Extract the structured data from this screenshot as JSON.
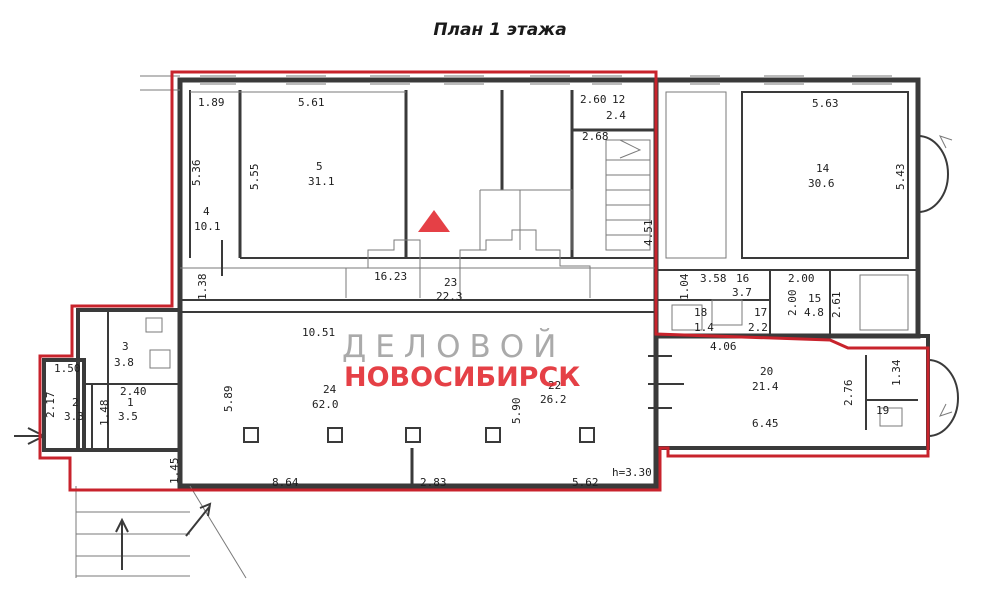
{
  "title": "План 1 этажа",
  "rooms": [
    {
      "num": "4",
      "area": "10.1"
    },
    {
      "num": "5",
      "area": "31.1"
    },
    {
      "num": "12",
      "area": "2.4"
    },
    {
      "num": "14",
      "area": "30.6"
    },
    {
      "num": "23",
      "area": "22.3"
    },
    {
      "num": "16",
      "area": "3.7"
    },
    {
      "num": "15",
      "area": "4.8"
    },
    {
      "num": "18",
      "area": "1.4"
    },
    {
      "num": "17",
      "area": "2.2"
    },
    {
      "num": "3",
      "area": "3.8"
    },
    {
      "num": "2",
      "area": "3.3"
    },
    {
      "num": "1",
      "area": "3.5"
    },
    {
      "num": "24",
      "area": "62.0"
    },
    {
      "num": "22",
      "area": "26.2"
    },
    {
      "num": "20",
      "area": "21.4"
    },
    {
      "num": "19",
      "area": ""
    }
  ],
  "dims": [
    "1.89",
    "5.61",
    "2.60",
    "2.68",
    "5.63",
    "5.36",
    "5.55",
    "5.43",
    "4.51",
    "16.23",
    "1.38",
    "1.04",
    "3.58",
    "2.00",
    "2.00",
    "2.61",
    "10.51",
    "4.06",
    "1.34",
    "1.50",
    "2.17",
    "1.48",
    "2.40",
    "5.89",
    "5.90",
    "2.76",
    "6.45",
    "1.45",
    "8.64",
    "2.83",
    "5.62",
    "h=3.30"
  ],
  "watermark": {
    "line1": "ДЕЛОВОЙ",
    "line2": "НОВОСИБИРСК"
  },
  "colors": {
    "outline": "#c8232c",
    "wall": "#3a3a3a",
    "watermark_red": "#e01f26",
    "watermark_gray": "#8e8e8e"
  }
}
